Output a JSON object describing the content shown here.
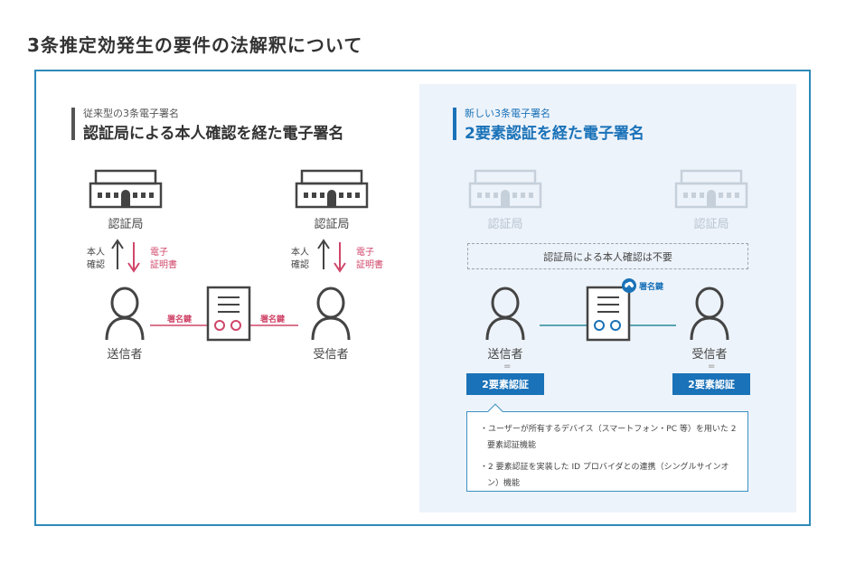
{
  "page_title": "3条推定効発生の要件の法解釈について",
  "colors": {
    "frame": "#2d8ab8",
    "panel_bg": "#edf3fa",
    "accent_blue": "#1a72b8",
    "accent_red": "#d0466a",
    "dark": "#444444"
  },
  "left": {
    "subtitle": "従来型の3条電子署名",
    "title": "認証局による本人確認を経た電子署名",
    "ca_left_label": "認証局",
    "ca_right_label": "認証局",
    "identity_check_1": "本人",
    "identity_check_2": "確認",
    "cert_1": "電子",
    "cert_2": "証明書",
    "sender_label": "送信者",
    "receiver_label": "受信者",
    "key_left": "署名鍵",
    "key_right": "署名鍵"
  },
  "right": {
    "subtitle": "新しい3条電子署名",
    "title": "2要素認証を経た電子署名",
    "ca_left_label": "認証局",
    "ca_right_label": "認証局",
    "no_ca_note": "認証局による本人確認は不要",
    "cloud_key": "署名鍵",
    "sender_label": "送信者",
    "receiver_label": "受信者",
    "equals": "=",
    "tfa_left": "2要素認証",
    "tfa_right": "2要素認証",
    "notes": [
      "ユーザーが所有するデバイス（スマートフォン・PC 等）を用いた 2 要素認証機能",
      "2 要素認証を実装した ID プロバイダとの連携（シングルサインオン）機能"
    ]
  }
}
